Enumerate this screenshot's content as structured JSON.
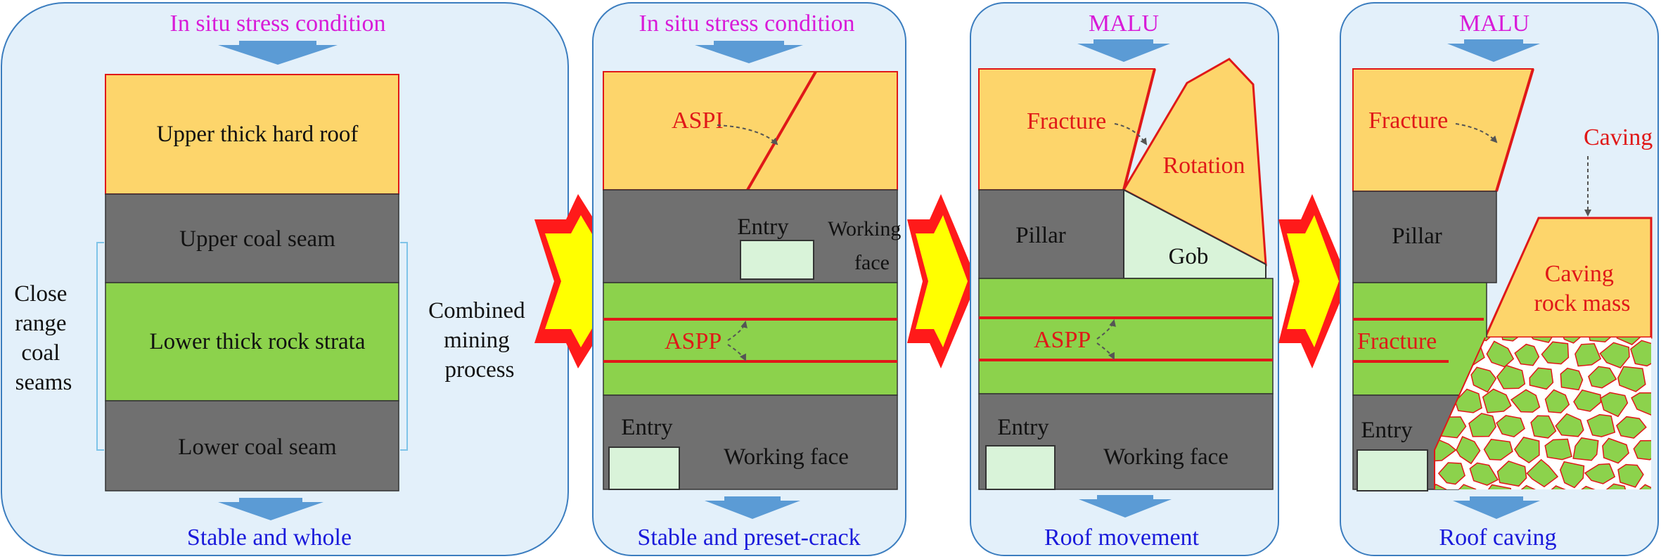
{
  "colors": {
    "panel_fill": "#e3f0fa",
    "panel_stroke": "#3b7dbf",
    "hard_roof": "#fdd56b",
    "coal_seam": "#707070",
    "rock_strata": "#8cd24c",
    "entry_fill": "#d9f3d9",
    "red_line": "#e01818",
    "magenta_text": "#d81bd8",
    "blue_text": "#1a1adb",
    "big_arrow_outer": "#ff1a1a",
    "big_arrow_inner": "#ffff00",
    "small_arrow": "#5b9bd5"
  },
  "panel1": {
    "top_label": "In situ stress condition",
    "bottom_label": "Stable and whole",
    "layer_upper_roof": "Upper thick hard roof",
    "layer_upper_coal": "Upper coal seam",
    "layer_lower_rock": "Lower thick rock strata",
    "layer_lower_coal": "Lower coal seam",
    "left_note": [
      "Close",
      "range",
      "coal",
      "seams"
    ],
    "right_note": [
      "Combined",
      "mining",
      "process"
    ]
  },
  "panel2": {
    "top_label": "In situ stress condition",
    "bottom_label": "Stable and preset-crack",
    "aspi_label": "ASPI",
    "aspp_label": "ASPP",
    "upper_entry_label": "Entry",
    "upper_face_label": [
      "Working",
      "face"
    ],
    "lower_entry_label": "Entry",
    "lower_face_label": "Working face"
  },
  "panel3": {
    "top_label": "MALU",
    "bottom_label": "Roof movement",
    "fracture_label": "Fracture",
    "rotation_label": "Rotation",
    "pillar_label": "Pillar",
    "gob_label": "Gob",
    "aspp_label": "ASPP",
    "entry_label": "Entry",
    "face_label": "Working face"
  },
  "panel4": {
    "top_label": "MALU",
    "bottom_label": "Roof caving",
    "fracture_label": "Fracture",
    "caving_label": "Caving",
    "pillar_label": "Pillar",
    "caving_mass_label": [
      "Caving",
      "rock mass"
    ],
    "lower_fracture_label": "Fracture",
    "entry_label": "Entry"
  }
}
